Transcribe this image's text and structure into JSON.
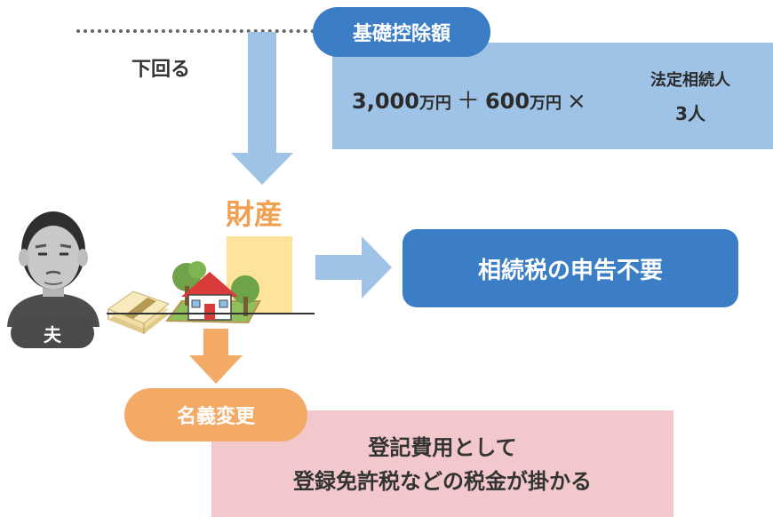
{
  "basic_deduction": {
    "title": "基礎控除額",
    "amount1": "3,000",
    "unit1": "万円",
    "plus": "＋",
    "amount2": "600",
    "unit2": "万円",
    "times": "×",
    "heirs_label": "法定相続人",
    "heirs_count": "3人"
  },
  "comparison": {
    "label": "下回る"
  },
  "assets": {
    "label": "財産"
  },
  "result": {
    "label": "相続税の申告不要"
  },
  "person": {
    "label": "夫"
  },
  "transfer": {
    "label": "名義変更",
    "cost_line1": "登記費用として",
    "cost_line2": "登録免許税などの税金が掛かる"
  },
  "colors": {
    "blue_dark": "#3b7ec6",
    "blue_light": "#9fc3e7",
    "orange": "#f2aa66",
    "asset_orange": "#f0a050",
    "yellow": "#fde49a",
    "pink": "#f2c8cc"
  },
  "icons": [
    "down-arrow-icon",
    "right-arrow-icon",
    "elderly-man-icon",
    "money-bundle-icon",
    "house-icon",
    "orange-down-arrow-icon"
  ]
}
